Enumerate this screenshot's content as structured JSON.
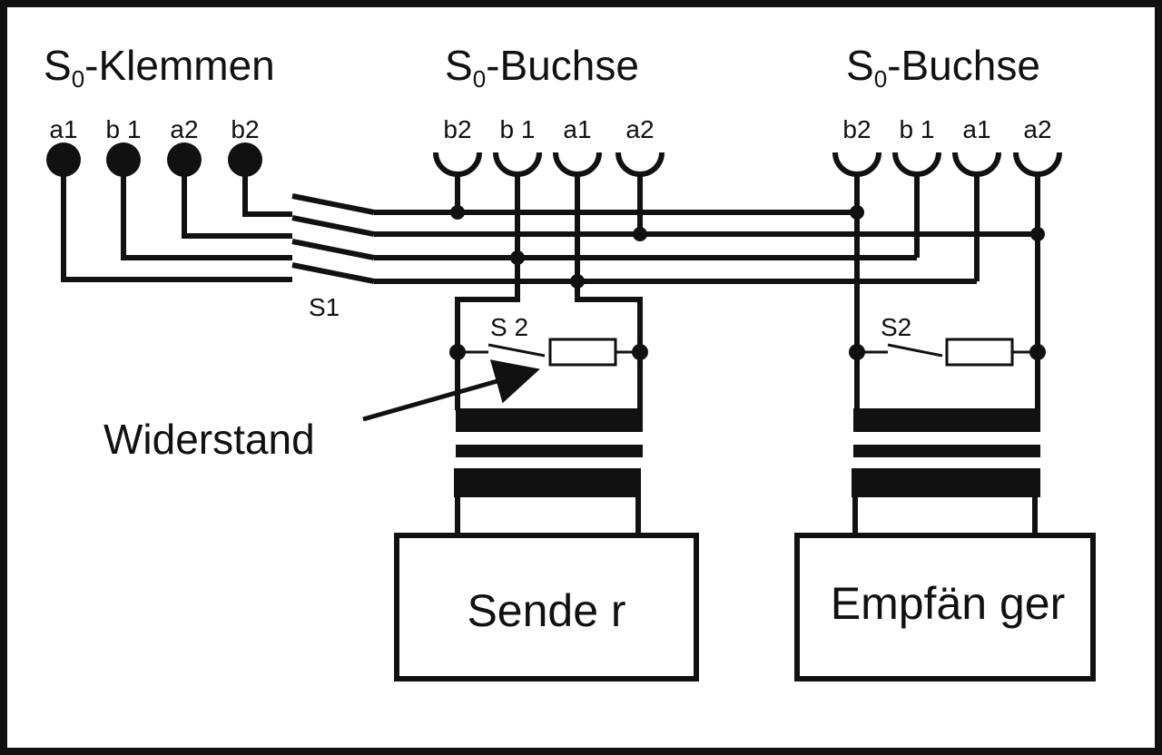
{
  "headings": {
    "klemmen": {
      "base": "S",
      "sub": "0",
      "rest": "-Klemmen"
    },
    "buchse_left": {
      "base": "S",
      "sub": "0",
      "rest": "-Buchse"
    },
    "buchse_right": {
      "base": "S",
      "sub": "0",
      "rest": "-Buchse"
    }
  },
  "klemmen_pins": [
    "a1",
    "b 1",
    "a2",
    "b2"
  ],
  "buchse_left_pins": [
    "b2",
    "b 1",
    "a1",
    "a2"
  ],
  "buchse_right_pins": [
    "b2",
    "b 1",
    "a1",
    "a2"
  ],
  "switches": {
    "s1": "S1",
    "s2_left": "S 2",
    "s2_right": "S2"
  },
  "annotation": "Widerstand",
  "boxes": {
    "sender": "Sende r",
    "empfaenger": "Empfän ger"
  },
  "colors": {
    "ink": "#111111",
    "background": "#ffffff"
  }
}
